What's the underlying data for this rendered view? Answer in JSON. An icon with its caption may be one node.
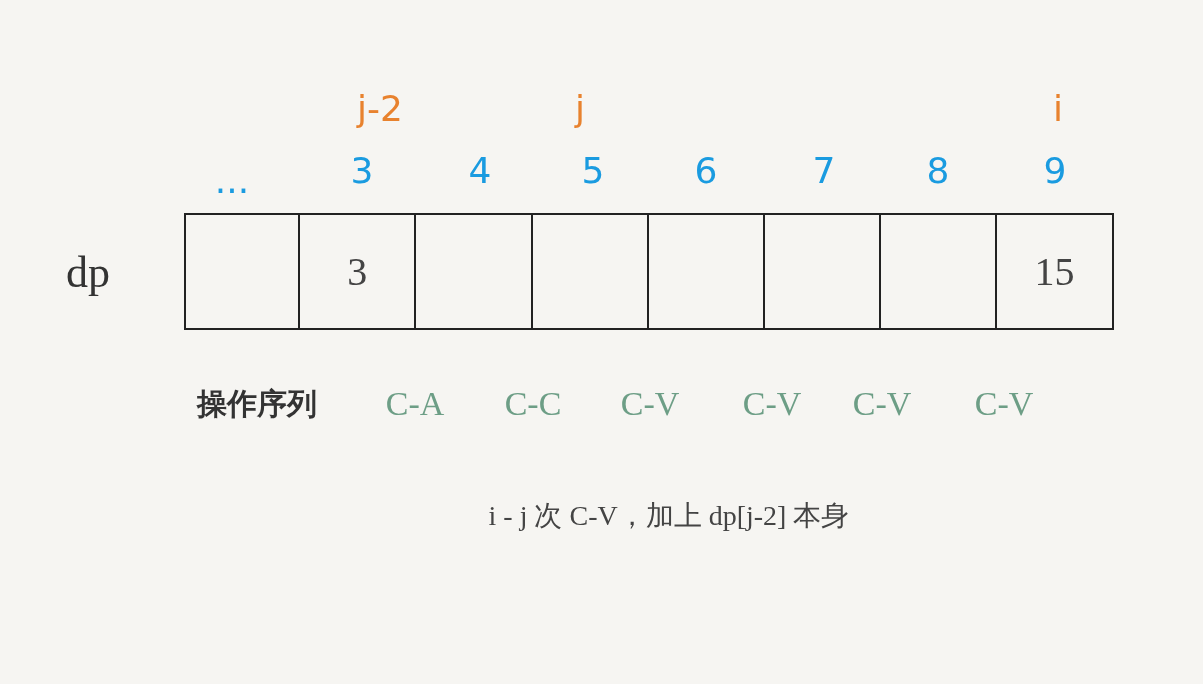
{
  "diagram": {
    "nodes": [
      {
        "text": [],
        "shape": "box"
      },
      {
        "text": [
          "3"
        ]
      },
      {
        "text": [],
        "shape": "box"
      },
      {
        "text": [],
        "shape": "box"
      },
      {
        "text": [],
        "shape": "box"
      },
      {
        "text": [],
        "shape": "box"
      },
      {
        "text": [],
        "shape": "box"
      },
      {
        "text": [
          "15"
        ]
      }
    ],
    "labels": [
      "j-2",
      "j",
      "i",
      "...",
      "3",
      "4",
      "5",
      "6",
      "7",
      "8",
      "9",
      "dp",
      "操作序列",
      "C-A",
      "C-C",
      "C-V",
      "C-V",
      "C-V",
      "C-V",
      "i - j 次 C-V，加上 dp[j-2] 本身"
    ]
  }
}
